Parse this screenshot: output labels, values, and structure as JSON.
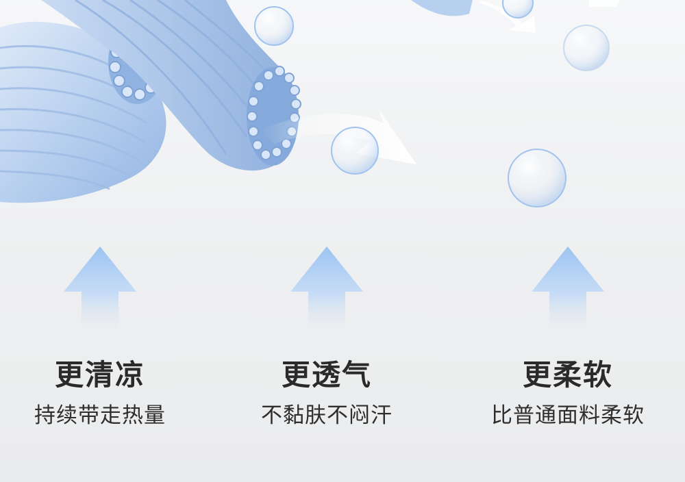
{
  "colors": {
    "fiber_light": "#dbe8f8",
    "fiber_mid": "#a9c6ea",
    "fiber_dark": "#7fa4d6",
    "arrow_top": "#9cc4f2",
    "title_text": "#2a2a2a",
    "subtitle_text": "#2e2e2e"
  },
  "features": [
    {
      "title": "更清凉",
      "subtitle": "持续带走热量",
      "icon": "up-arrow-icon"
    },
    {
      "title": "更透气",
      "subtitle": "不黏肤不闷汗",
      "icon": "up-arrow-icon"
    },
    {
      "title": "更柔软",
      "subtitle": "比普通面料柔软",
      "icon": "up-arrow-icon"
    }
  ]
}
